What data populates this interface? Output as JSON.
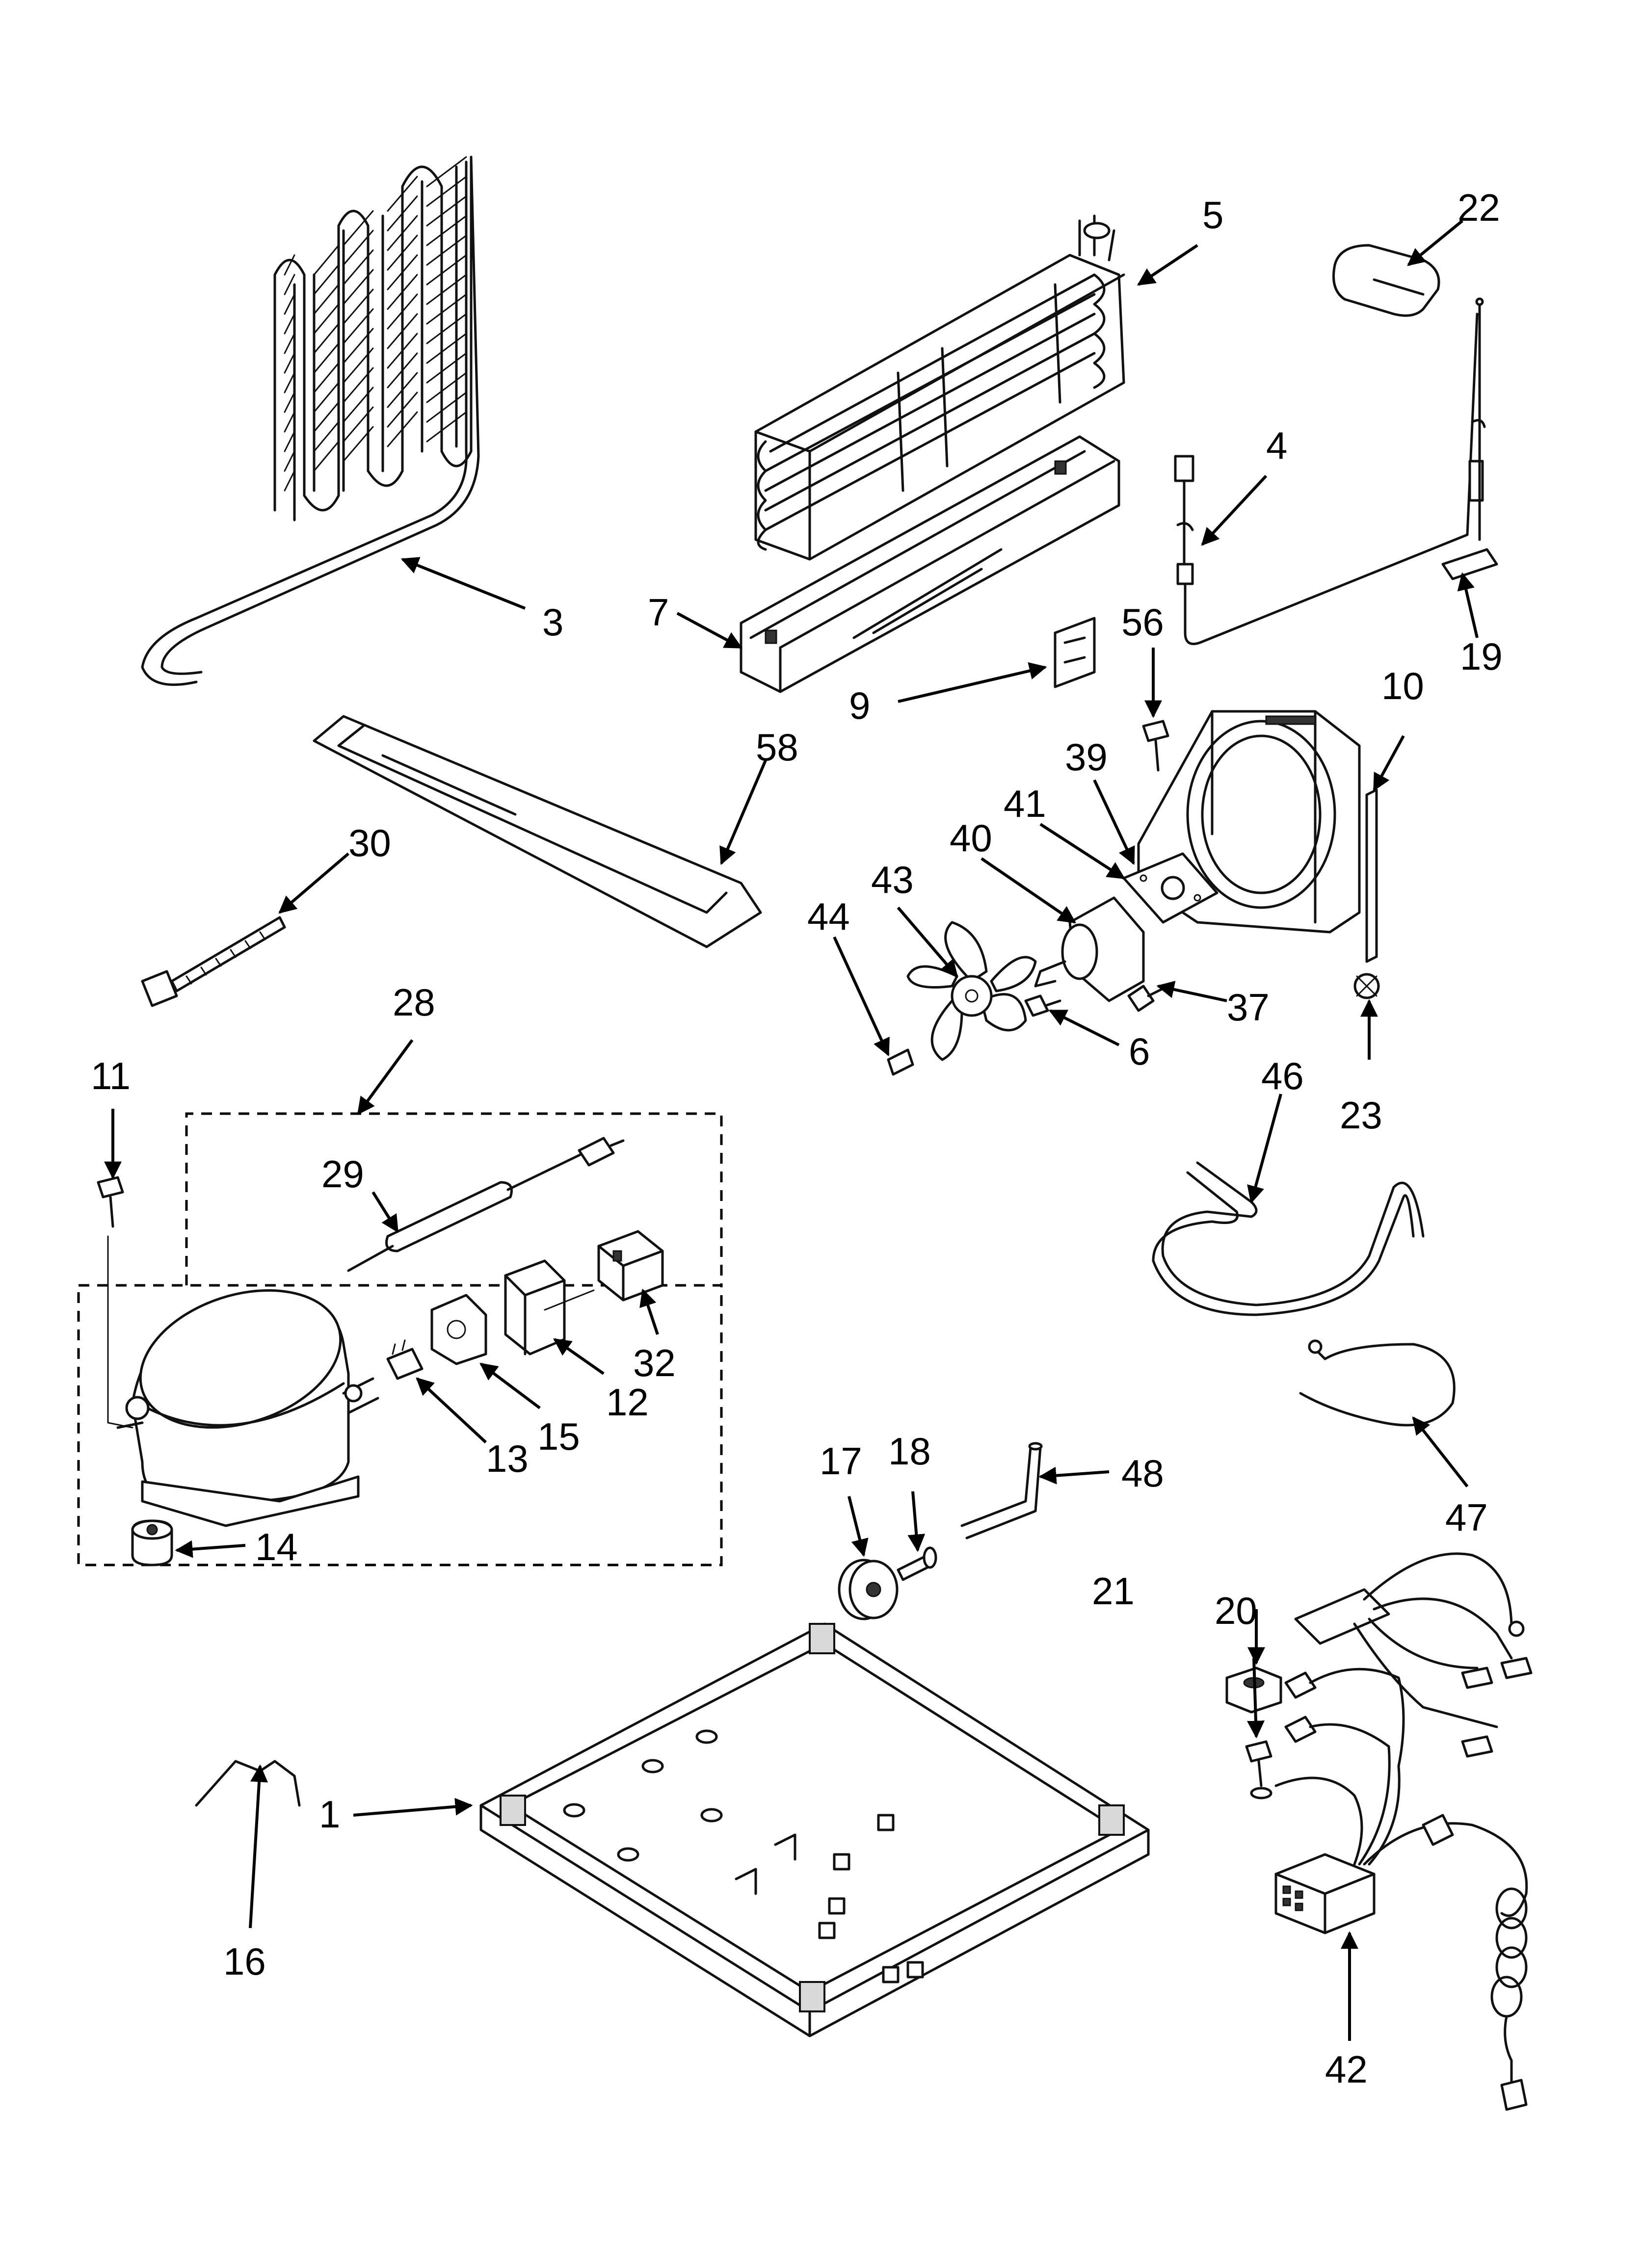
{
  "labels": {
    "p1": "1",
    "p3": "3",
    "p4": "4",
    "p5": "5",
    "p6": "6",
    "p7": "7",
    "p9": "9",
    "p10": "10",
    "p11": "11",
    "p12": "12",
    "p13": "13",
    "p14": "14",
    "p15": "15",
    "p16": "16",
    "p17": "17",
    "p18": "18",
    "p19": "19",
    "p20": "20",
    "p21": "21",
    "p22": "22",
    "p23": "23",
    "p28": "28",
    "p29": "29",
    "p30": "30",
    "p32": "32",
    "p37": "37",
    "p39": "39",
    "p40": "40",
    "p41": "41",
    "p42": "42",
    "p43": "43",
    "p44": "44",
    "p46": "46",
    "p47": "47",
    "p48": "48",
    "p56": "56",
    "p58": "58"
  }
}
